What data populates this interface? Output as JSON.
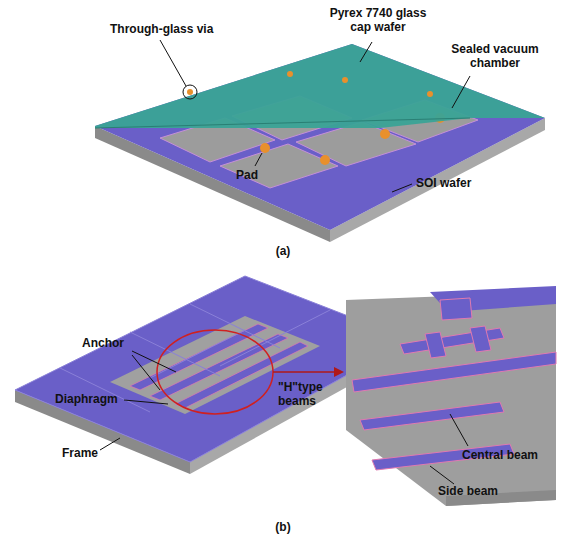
{
  "diagram": {
    "labels": [
      "Through-glass via",
      "Pyrex 7740 glass cap wafer",
      "Sealed vacuum chamber",
      "Pad",
      "SOI wafer",
      "(a)",
      "Anchor",
      "Diaphragm",
      "Frame",
      "\"H\"type beams",
      "Central beam",
      "Side beam",
      "(b)"
    ]
  }
}
